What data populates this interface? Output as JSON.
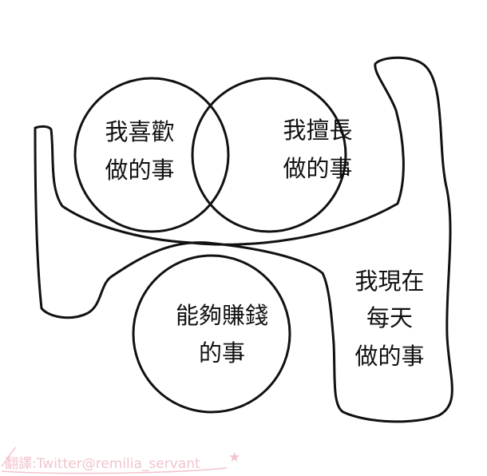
{
  "circles": {
    "like": {
      "line1": "我喜歡",
      "line2": "做的事"
    },
    "good_at": {
      "line1": "我擅長",
      "line2": "做的事"
    },
    "paid_for": {
      "line1": "能夠賺錢",
      "line2": "的事"
    }
  },
  "blob": {
    "line1": "我現在",
    "line2": "每天",
    "line3": "做的事"
  },
  "credit": {
    "text": "翻譯:Twitter@remilia_servant"
  },
  "colors": {
    "stroke": "#111111",
    "credit": "#f2c4cc",
    "background": "#ffffff"
  }
}
